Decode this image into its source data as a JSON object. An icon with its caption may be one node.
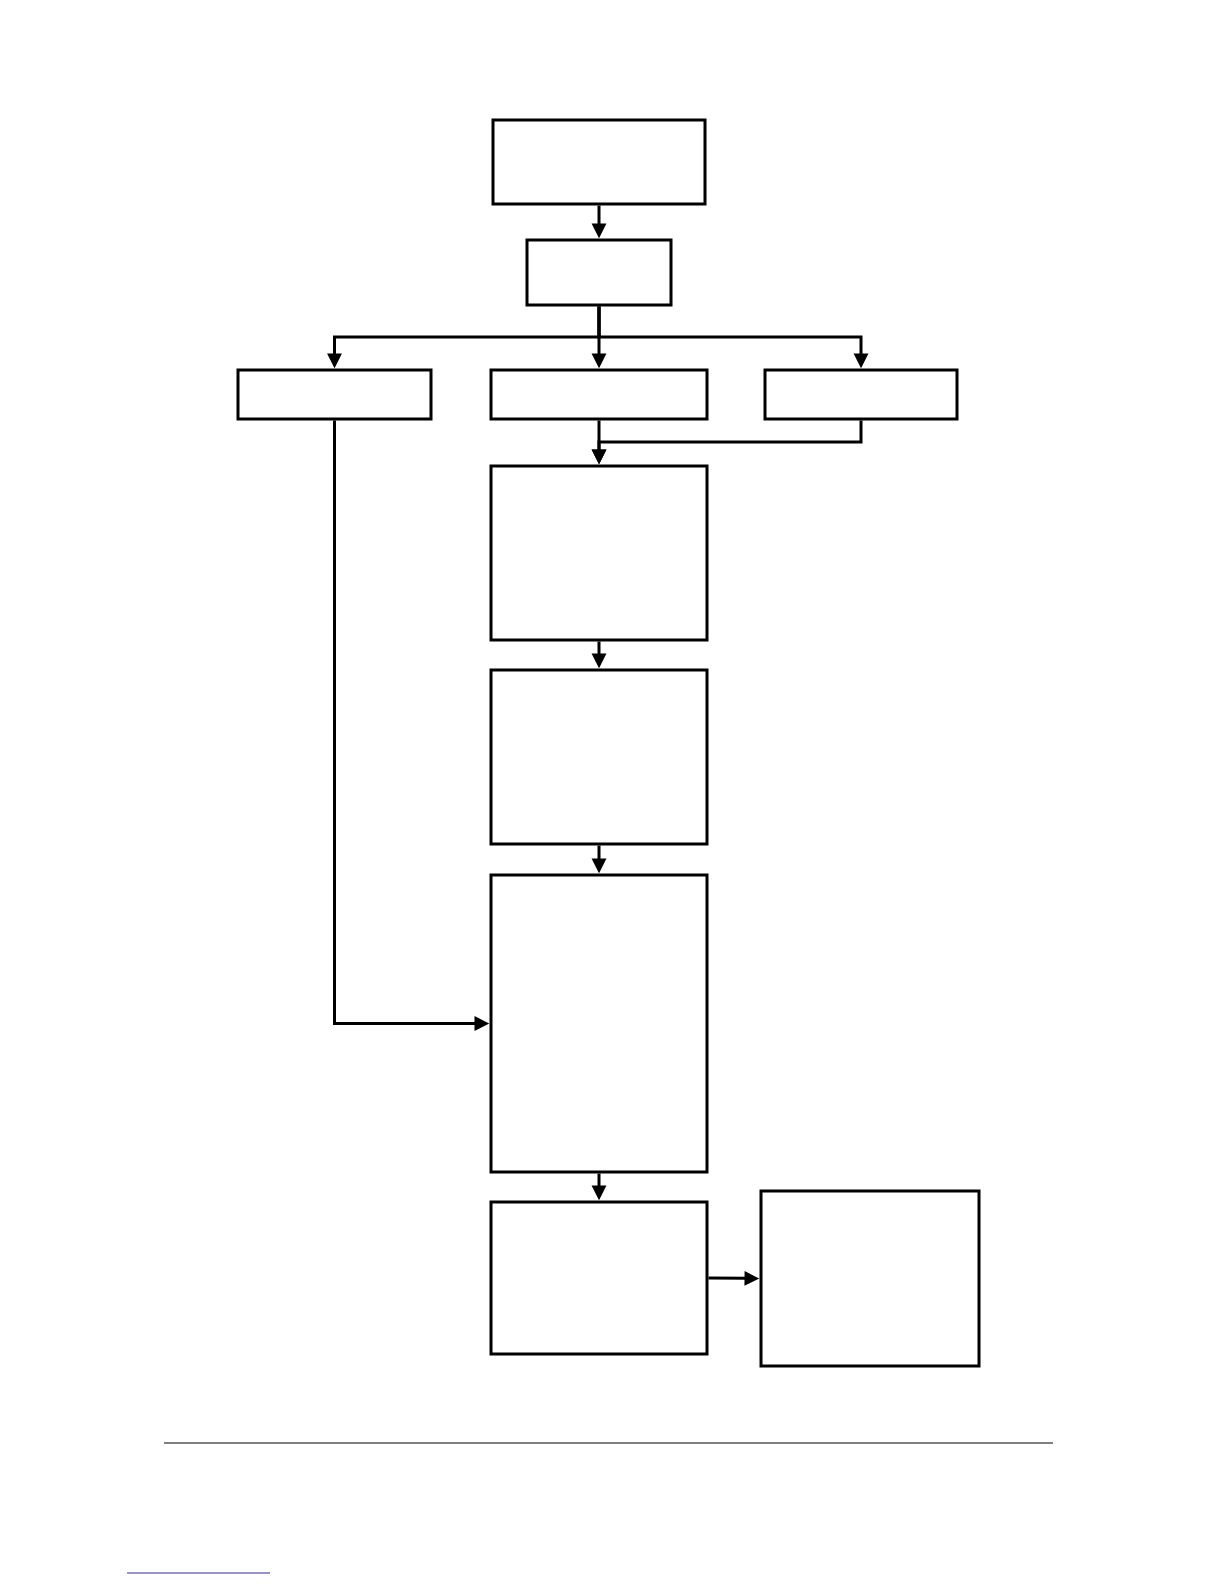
{
  "diagram": {
    "nodes": [
      {
        "text": [],
        "shape": "box"
      },
      {
        "text": [],
        "shape": "box"
      },
      {
        "text": [],
        "shape": "box"
      },
      {
        "text": [],
        "shape": "box"
      },
      {
        "text": [],
        "shape": "box"
      },
      {
        "text": [],
        "shape": "box"
      },
      {
        "text": [],
        "shape": "box"
      },
      {
        "text": [],
        "shape": "box"
      },
      {
        "text": [],
        "shape": "box"
      },
      {
        "text": [],
        "shape": "box"
      }
    ],
    "edges": [
      {
        "from": 0,
        "to": 1,
        "arrow": "to"
      },
      {
        "from": 1,
        "to": 2,
        "arrow": "to"
      },
      {
        "from": 1,
        "to": 3,
        "arrow": "to"
      },
      {
        "from": 1,
        "to": 4,
        "arrow": "to"
      },
      {
        "from": 3,
        "to": 5,
        "arrow": "to"
      },
      {
        "from": 4,
        "to": 5,
        "arrow": "to"
      },
      {
        "from": 5,
        "to": 6,
        "arrow": "to"
      },
      {
        "from": 6,
        "to": 7,
        "arrow": "to"
      },
      {
        "from": 2,
        "to": 7,
        "arrow": "to"
      },
      {
        "from": 7,
        "to": 8,
        "arrow": "to"
      },
      {
        "from": 8,
        "to": 9,
        "arrow": "to"
      }
    ]
  }
}
